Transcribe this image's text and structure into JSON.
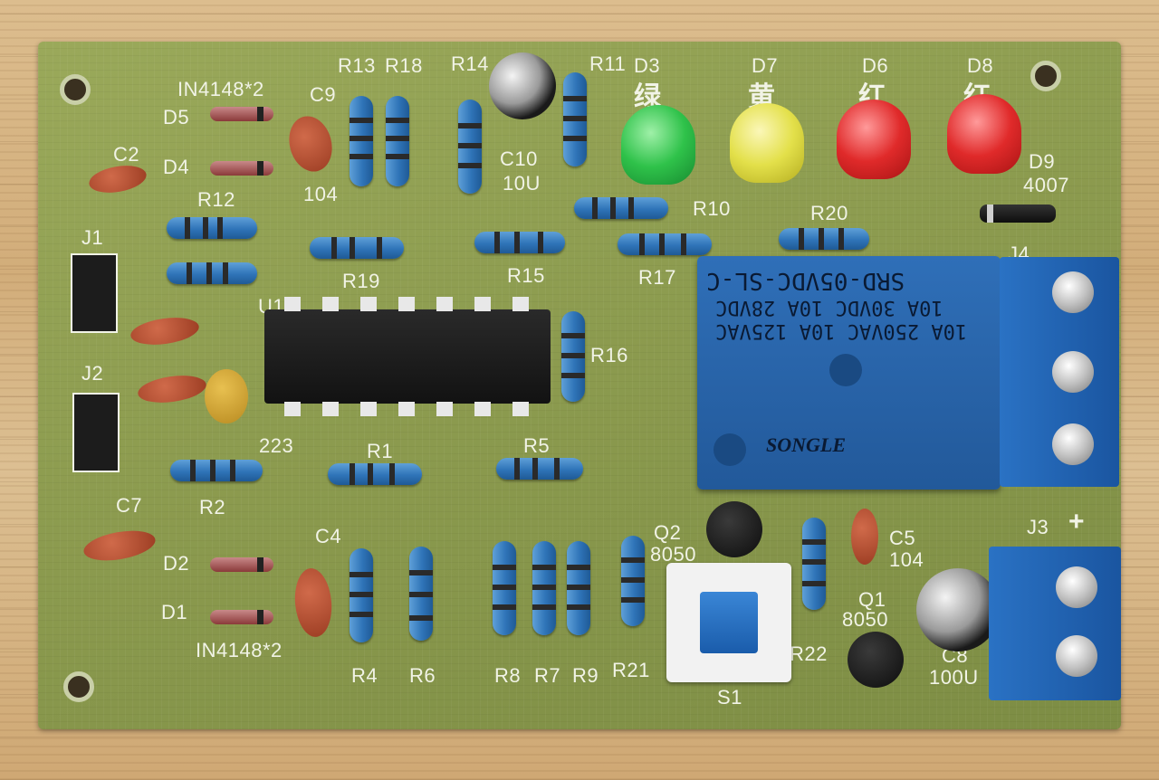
{
  "labels": {
    "r13": "R13",
    "r18": "R18",
    "r14": "R14",
    "r11": "R11",
    "d3": "D3",
    "d7": "D7",
    "d6": "D6",
    "d8": "D8",
    "d3_cn": "绿",
    "d7_cn": "黄",
    "d6_cn": "红",
    "d8_cn": "红",
    "in4148_top": "IN4148*2",
    "d5": "D5",
    "d4": "D4",
    "c9": "C9",
    "c9_val": "104",
    "c10": "C10",
    "c10_val": "10U",
    "c2": "C2",
    "r12": "R12",
    "j1": "J1",
    "r10": "R10",
    "r20": "R20",
    "d9": "D9",
    "d9_val": "4007",
    "j4": "J4",
    "u1": "U1",
    "r16": "R16",
    "r15": "R15",
    "r17": "R17",
    "r19": "R19",
    "j2": "J2",
    "c_223": "223",
    "r1": "R1",
    "r5": "R5",
    "r2": "R2",
    "c7": "C7",
    "c4": "C4",
    "d2": "D2",
    "d1": "D1",
    "in4148_bot": "IN4148*2",
    "q2": "Q2",
    "q2_val": "8050",
    "c5": "C5",
    "c5_val": "104",
    "j3": "J3",
    "j3_plus": "+",
    "q1": "Q1",
    "q1_val": "8050",
    "r22": "R22",
    "c8": "C8",
    "c8_val": "100U",
    "s1": "S1",
    "r4": "R4",
    "r6": "R6",
    "r8": "R8",
    "r7": "R7",
    "r9": "R9",
    "r21": "R21"
  },
  "relay": {
    "model": "SRD-05VDC-SL-C",
    "line1": "10A 250VAC 10A 125VAC",
    "line2": "10A 30VDC 10A 28VDC",
    "brand": "SONGLE"
  },
  "colors": {
    "board": "#8a9a4c",
    "resistor": "#2f74b8",
    "relay": "#2f6fb8",
    "terminal": "#2a72c4",
    "led_green": "#2fc24a",
    "led_yellow": "#e3e04a",
    "led_red": "#e02a2a"
  }
}
